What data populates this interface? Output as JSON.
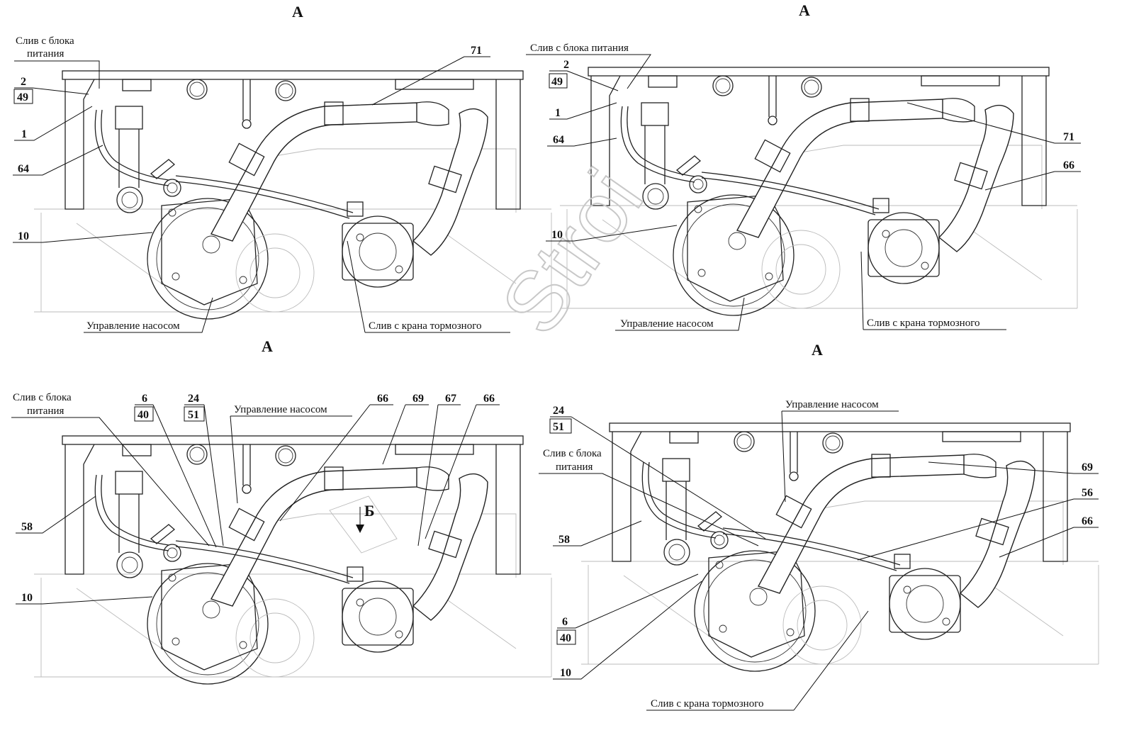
{
  "view_labels": {
    "tl": "А",
    "tr": "А",
    "bl": "А",
    "br": "А"
  },
  "arrow_b": "Б",
  "watermark": "Stroi",
  "labels": {
    "drain_power_block_1": "Слив с блока",
    "drain_power_block_2": "питания",
    "drain_power_block_full": "Слив с блока питания",
    "pump_control": "Управление насосом",
    "drain_brake_valve": "Слив с крана тормозного"
  },
  "tl": {
    "n2": "2",
    "n49": "49",
    "n1": "1",
    "n64": "64",
    "n10": "10",
    "n71": "71"
  },
  "tr": {
    "n2": "2",
    "n49": "49",
    "n1": "1",
    "n64": "64",
    "n10": "10",
    "n71": "71",
    "n66": "66"
  },
  "bl": {
    "n6": "6",
    "n40": "40",
    "n24": "24",
    "n51": "51",
    "n66a": "66",
    "n69": "69",
    "n67": "67",
    "n66b": "66",
    "n58": "58",
    "n10": "10"
  },
  "br": {
    "n24": "24",
    "n51": "51",
    "n69": "69",
    "n56": "56",
    "n66": "66",
    "n58": "58",
    "n6": "6",
    "n40": "40",
    "n10": "10"
  }
}
